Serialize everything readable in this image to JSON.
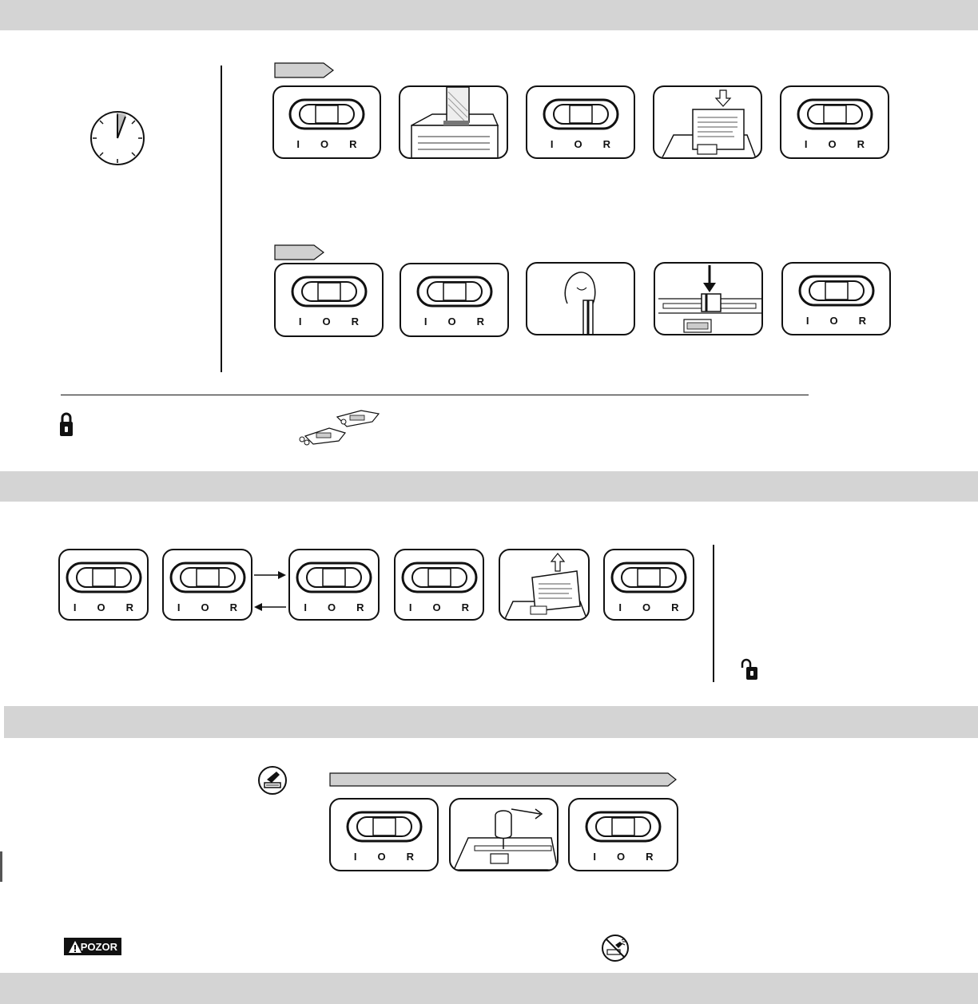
{
  "switch_labels": {
    "on": "I",
    "off": "O",
    "reverse": "R"
  },
  "warning": {
    "label": "POZOR"
  },
  "colors": {
    "band": "#d4d4d4",
    "ink": "#111111",
    "arrow_fill": "#d0d0d0"
  },
  "icons": {
    "timer": "clock-icon",
    "locked": "padlock-closed-icon",
    "unlocked": "padlock-open-icon",
    "oil": "oil-bottle-icon",
    "no_oil": "no-aerosol-icon",
    "warning": "warning-triangle-icon"
  }
}
